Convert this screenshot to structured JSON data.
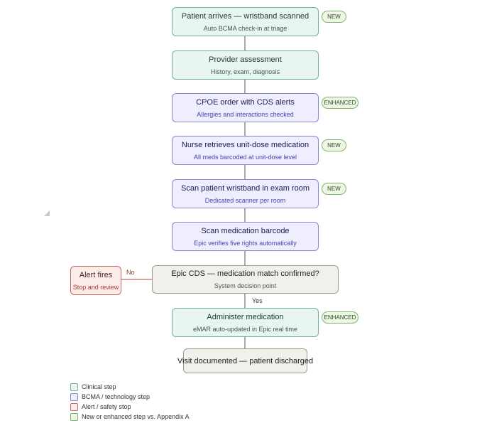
{
  "nodes": {
    "arrive": {
      "title": "Patient arrives — wristband scanned",
      "sub": "Auto BCMA check-in at triage"
    },
    "provider": {
      "title": "Provider assessment",
      "sub": "History, exam, diagnosis"
    },
    "cpoe": {
      "title": "CPOE order with CDS alerts",
      "sub": "Allergies and interactions checked"
    },
    "retrieve": {
      "title": "Nurse retrieves unit-dose medication",
      "sub": "All meds barcoded at unit-dose level"
    },
    "scan_band": {
      "title": "Scan patient wristband in exam room",
      "sub": "Dedicated scanner per room"
    },
    "scan_med": {
      "title": "Scan medication barcode",
      "sub": "Epic verifies five rights automatically"
    },
    "decision": {
      "title": "Epic CDS — medication match confirmed?",
      "sub": "System decision point"
    },
    "alert": {
      "title": "Alert fires",
      "sub": "Stop and review"
    },
    "administer": {
      "title": "Administer medication",
      "sub": "eMAR auto-updated in Epic real time"
    },
    "documented": {
      "title": "Visit documented — patient discharged"
    }
  },
  "badges": {
    "arrive": "NEW",
    "cpoe": "ENHANCED",
    "retrieve": "NEW",
    "scan_band": "NEW",
    "administer": "ENHANCED"
  },
  "edge_labels": {
    "no": "No",
    "yes": "Yes"
  },
  "legend": [
    {
      "label": "Clinical step",
      "fill": "#e9f5f0",
      "stroke": "#6fb39a"
    },
    {
      "label": "BCMA / technology step",
      "fill": "#eeeeff",
      "stroke": "#8b86cf"
    },
    {
      "label": "Alert / safety stop",
      "fill": "#fbecea",
      "stroke": "#c4675d"
    },
    {
      "label": "New or enhanced step vs. Appendix A",
      "fill": "#eef6e6",
      "stroke": "#7fb36a"
    }
  ],
  "colors": {
    "clinical_fill": "#e9f5f0",
    "bcma_fill": "#eeeeff",
    "alert_fill": "#fbecea",
    "badge_fill": "#eef6e6",
    "connector": "#555555",
    "no_edge": "#b0463a"
  }
}
